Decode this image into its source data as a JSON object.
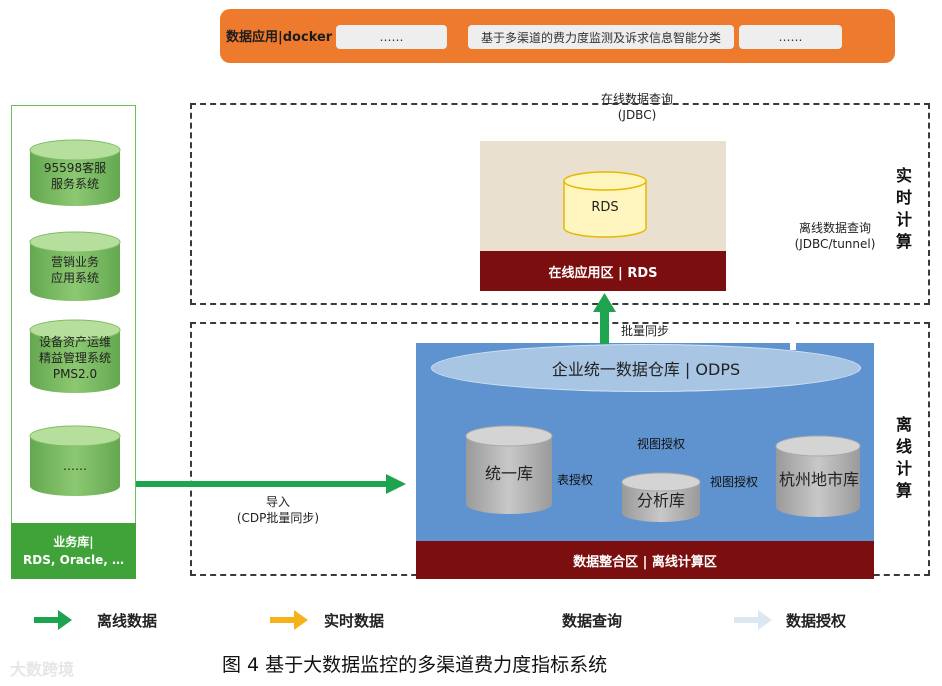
{
  "topbar": {
    "label": "数据应用|docker",
    "pill_left": "……",
    "pill_main": "基于多渠道的费力度监测及诉求信息智能分类",
    "pill_right": "……"
  },
  "left_panel": {
    "systems": [
      "95598客服服务系统",
      "营销业务应用系统",
      "设备资产运维精益管理系统PMS2.0",
      "……"
    ],
    "system_lines": [
      [
        "95598客服",
        "服务系统"
      ],
      [
        "营销业务",
        "应用系统"
      ],
      [
        "设备资产运维",
        "精益管理系统",
        "PMS2.0"
      ],
      [
        "……"
      ]
    ],
    "footer_line1": "业务库|",
    "footer_line2": "RDS, Oracle, …"
  },
  "realtime": {
    "side_label": "实时计算",
    "online_query": "在线数据查询",
    "online_query_sub": "(JDBC)",
    "offline_query": "离线数据查询",
    "offline_query_sub": "(JDBC/tunnel)",
    "rds_label": "RDS",
    "zone_label": "在线应用区 | RDS"
  },
  "offline": {
    "side_label": "离线计算",
    "batch_sync": "批量同步",
    "warehouse": "企业统一数据仓库 | ODPS",
    "unified_db": "统一库",
    "table_auth": "表授权",
    "view_auth_top": "视图授权",
    "analysis_db": "分析库",
    "view_auth": "视图授权",
    "city_db": "杭州地市库",
    "zone_label": "数据整合区 | 离线计算区",
    "import": "导入",
    "import_sub": "(CDP批量同步)"
  },
  "legend": [
    {
      "label": "离线数据",
      "color": "#1ea44e"
    },
    {
      "label": "实时数据",
      "color": "#f5b21a"
    },
    {
      "label": "数据查询",
      "color": "#ffffff"
    },
    {
      "label": "数据授权",
      "color": "#dbe8f3"
    }
  ],
  "caption": "图 4  基于大数据监控的多渠道费力度指标系统",
  "watermark": "大数跨境",
  "colors": {
    "orange": "#ee7a2e",
    "green": "#3fa33a",
    "darkred": "#7b0e0e",
    "blue": "#5f93cf"
  }
}
